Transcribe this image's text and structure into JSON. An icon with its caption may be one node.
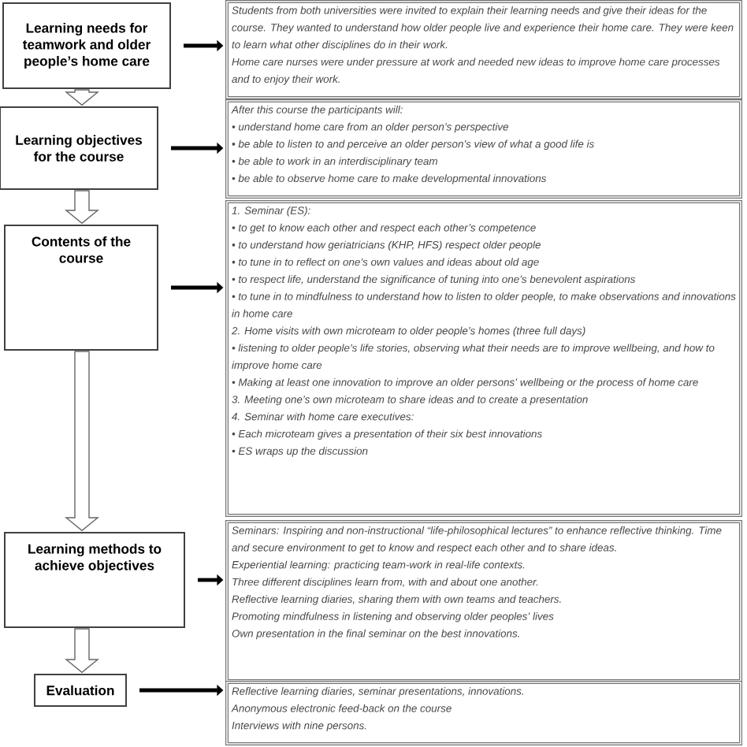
{
  "diagram": {
    "nodes": [
      {
        "text": [
          "Learning needs for teamwork and older people’s home care"
        ]
      },
      {
        "text": [
          "Learning objectives for the course"
        ]
      },
      {
        "text": [
          "Contents of the course"
        ]
      },
      {
        "text": [
          "Learning methods to achieve objectives"
        ]
      },
      {
        "text": [
          "Evaluation"
        ]
      },
      {
        "text": [
          "Students from both universities were invited to explain their learning needs and give their ideas for the course. They wanted to understand how older people live and experience their home care. They were keen to learn what other disciplines do in their work.",
          "Home care nurses were under pressure at work and needed new ideas to improve home care processes and to enjoy their work."
        ]
      },
      {
        "text": [
          "After this course the participants will:",
          "• understand home care from an older person’s perspective",
          "• be able to listen to and perceive an older person’s view of what a good life is",
          "• be able to work in an interdisciplinary team",
          "• be able to observe home care to make developmental innovations"
        ]
      },
      {
        "text": [
          "1. Seminar (ES):",
          "• to get to know each other and respect each other’s competence",
          "• to understand how geriatricians (KHP, HFS) respect older people",
          "• to tune in to reflect on one’s own values and ideas about old age",
          "• to respect life, understand the significance of tuning into one’s benevolent aspirations",
          "• to tune in to mindfulness to understand how to listen to older people, to make observations and innovations in home care",
          "2. Home visits with own microteam to older people’s homes (three full days)",
          "• listening to older people’s life stories, observing what their needs are to improve wellbeing, and how to improve home care",
          "• Making at least one innovation to improve an older persons’ wellbeing or the process of home care",
          "3. Meeting one’s own microteam to share ideas and to create a presentation",
          "4. Seminar with home care executives:",
          "• Each microteam gives a presentation of their six best innovations",
          "• ES wraps up the discussion"
        ]
      },
      {
        "text": [
          "Seminars: Inspiring and non-instructional “life-philosophical lectures” to enhance reflective thinking. Time and secure environment to get to know and respect each other and to share ideas.",
          "Experiential learning: practicing team-work in real-life contexts.",
          "Three different disciplines learn from, with and about one another.",
          "Reflective learning diaries, sharing them with own teams and teachers.",
          "Promoting mindfulness in listening and observing older peoples’ lives",
          "Own presentation in the final seminar on the best innovations."
        ]
      },
      {
        "text": [
          "Reflective learning diaries, seminar presentations, innovations.",
          "Anonymous electronic feed-back on the course",
          "Interviews with nine persons."
        ]
      }
    ],
    "edges": [
      {
        "from": 0,
        "to": 1,
        "arrow": "to",
        "color": "#666666"
      },
      {
        "from": 1,
        "to": 2,
        "arrow": "to",
        "color": "#666666"
      },
      {
        "from": 2,
        "to": 3,
        "arrow": "to",
        "color": "#666666"
      },
      {
        "from": 3,
        "to": 4,
        "arrow": "to",
        "color": "#666666"
      },
      {
        "from": 0,
        "to": 5,
        "arrow": "to"
      },
      {
        "from": 1,
        "to": 6,
        "arrow": "to"
      },
      {
        "from": 2,
        "to": 7,
        "arrow": "to"
      },
      {
        "from": 3,
        "to": 8,
        "arrow": "to"
      },
      {
        "from": 4,
        "to": 9,
        "arrow": "to"
      }
    ]
  }
}
